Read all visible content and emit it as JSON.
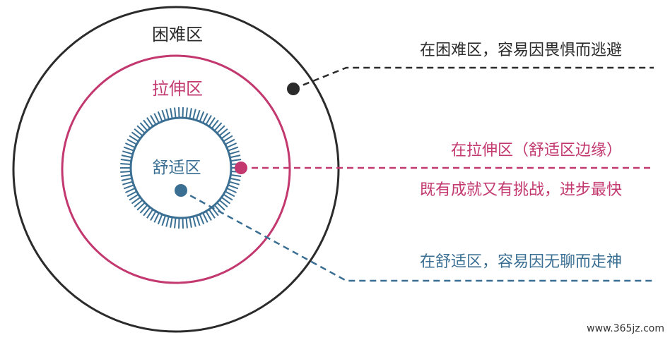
{
  "zones": {
    "difficult": {
      "label": "困难区",
      "color": "#2b2b2b"
    },
    "stretch": {
      "label": "拉伸区",
      "color": "#c2386f"
    },
    "comfort": {
      "label": "舒适区",
      "color": "#3a6f93"
    }
  },
  "annotations": {
    "difficult": {
      "text": "在困难区，容易因畏惧而逃避"
    },
    "stretch": {
      "line1": "在拉伸区（舒适区边缘）",
      "line2": "既有成就又有挑战，进步最快"
    },
    "comfort": {
      "text": "在舒适区，容易因无聊而走神"
    }
  },
  "watermark": "www.365jz.com"
}
